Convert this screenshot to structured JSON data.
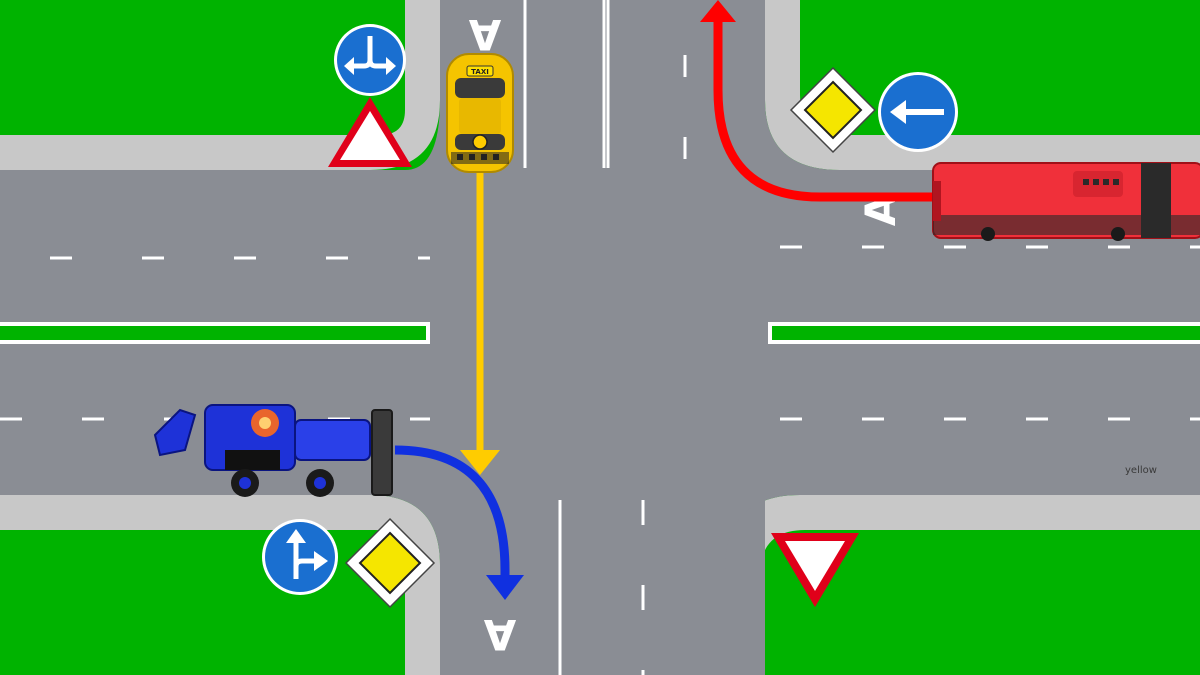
{
  "colors": {
    "grass": "#00b300",
    "road": "#8a8d94",
    "sidewalk": "#c8c8c8",
    "marking": "#ffffff",
    "taxi": "#f5c400",
    "bus": "#f0303a",
    "tractor": "#1e32d8",
    "taxi_path": "#ffcc00",
    "bus_path": "#ff0000",
    "tractor_path": "#1030e0",
    "sign_blue": "#1a6fd0",
    "sign_red": "#e0001a",
    "priority_yellow": "#f5e600"
  },
  "lane_letters": {
    "top": "A",
    "right": "A",
    "bottom": "A"
  },
  "vehicles": {
    "taxi": {
      "name": "taxi-car",
      "roof_label": "TAXI"
    },
    "bus": {
      "name": "red-articulated-bus"
    },
    "tractor": {
      "name": "blue-backhoe-tractor"
    }
  },
  "signs": [
    {
      "name": "direction-left-or-right-sign",
      "type": "mandatory-direction"
    },
    {
      "name": "give-way-ahead-triangle-sign",
      "type": "warning"
    },
    {
      "name": "priority-road-sign",
      "type": "priority"
    },
    {
      "name": "direction-left-only-sign",
      "type": "mandatory-direction"
    },
    {
      "name": "direction-straight-or-right-sign",
      "type": "mandatory-direction"
    },
    {
      "name": "yield-sign",
      "type": "yield"
    }
  ],
  "watermark": "yellow"
}
